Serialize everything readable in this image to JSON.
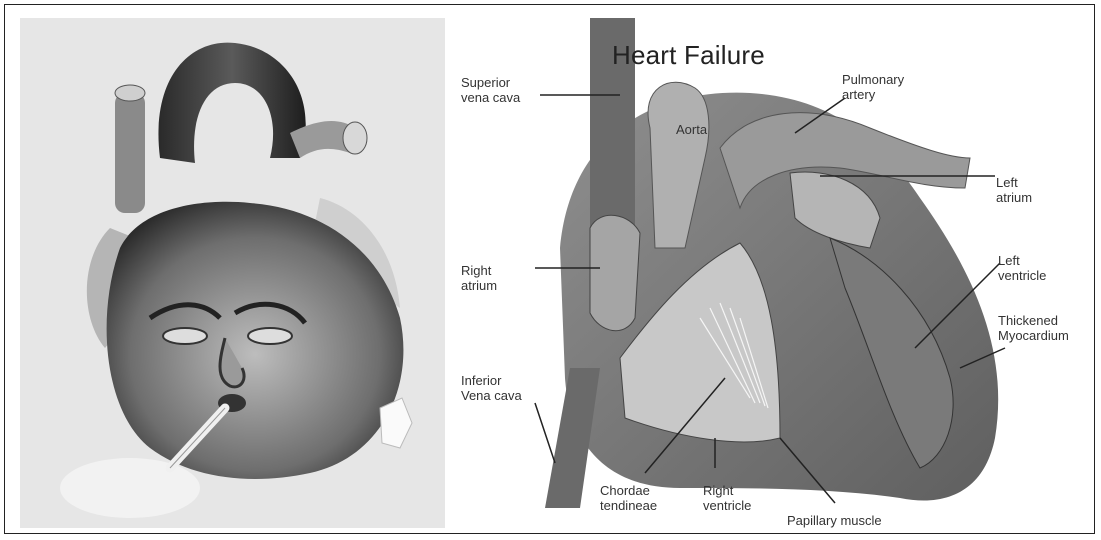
{
  "title": "Heart Failure",
  "labels": {
    "superior_vena_cava": "Superior\nvena cava",
    "pulmonary_artery": "Pulmonary\nartery",
    "aorta": "Aorta",
    "left_atrium": "Left\natrium",
    "right_atrium": "Right\natrium",
    "left_ventricle": "Left\nventricle",
    "thickened_myocardium": "Thickened\nMyocardium",
    "inferior_vena_cava": "Inferior\nVena cava",
    "chordae_tendineae": "Chordae\ntendineae",
    "right_ventricle": "Right\nventricle",
    "papillary_muscle": "Papillary muscle"
  }
}
